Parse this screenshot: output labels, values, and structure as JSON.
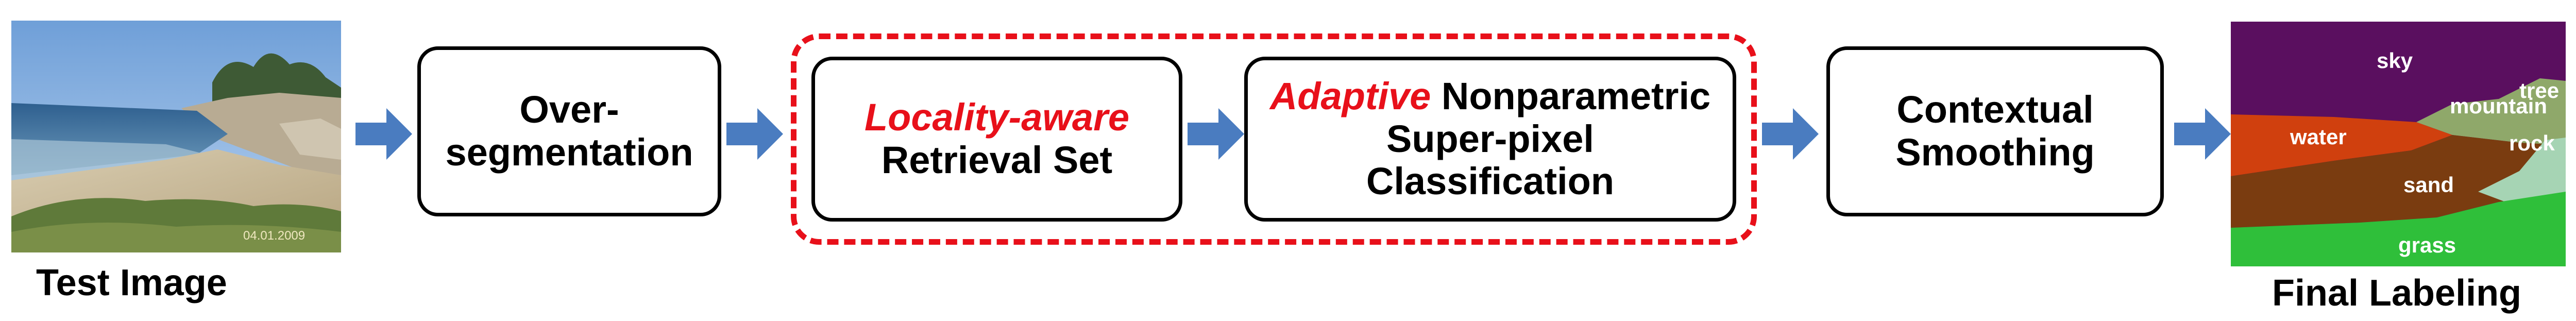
{
  "captions": {
    "test_image": "Test Image",
    "final_labeling": "Final Labeling"
  },
  "stages": {
    "overseg": {
      "line1": "Over-",
      "line2": "segmentation"
    },
    "retrieval": {
      "line1_red": "Locality-aware",
      "line2": "Retrieval Set"
    },
    "classification": {
      "line1_red": "Adaptive",
      "line1_rest": " Nonparametric",
      "line2": "Super-pixel",
      "line3": "Classification"
    },
    "smoothing": {
      "line1": "Contextual",
      "line2": "Smoothing"
    }
  },
  "photo_timestamp": "04.01.2009",
  "labels": {
    "sky": "sky",
    "tree": "tree",
    "mountain": "mountain",
    "water": "water",
    "rock": "rock",
    "sand": "sand",
    "grass": "grass"
  },
  "colors": {
    "arrow": "#4a7cc0",
    "highlight_border": "#e8101a",
    "sky": "#5a0f5f",
    "water": "#d0400e",
    "sand": "#7a3c10",
    "mountain": "#8fa86a",
    "rock": "#a6d4b4",
    "grass": "#2fbf3a"
  }
}
